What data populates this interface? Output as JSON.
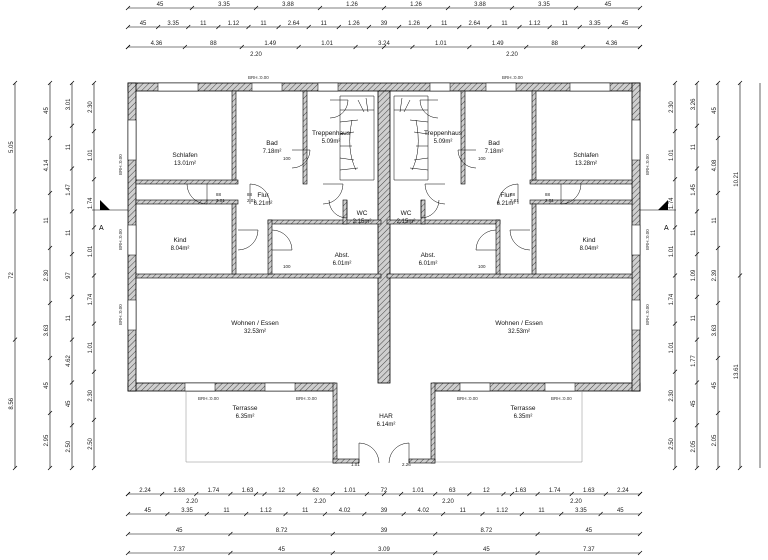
{
  "dimensions": {
    "top_row1": [
      "45",
      "3.35",
      "3.88",
      "1.26",
      "1.26",
      "3.88",
      "3.35",
      "45"
    ],
    "top_row2": [
      "45",
      "3.35",
      "11",
      "1.12",
      "11",
      "2.64",
      "11",
      "1.26",
      "39",
      "1.26",
      "11",
      "2.64",
      "11",
      "1.12",
      "11",
      "3.35",
      "45"
    ],
    "top_row3": [
      "4.36",
      "88",
      "1.49",
      "1.01",
      "3.24",
      "1.01",
      "1.49",
      "88",
      "4.36"
    ],
    "top_row3_sub": [
      "2.20",
      "2.20"
    ],
    "bottom_row1": [
      "2.24",
      "1.63",
      "1.74",
      "1.63",
      "12",
      "62",
      "1.01",
      "72",
      "1.01",
      "63",
      "12",
      "1.63",
      "1.74",
      "1.63",
      "2.24"
    ],
    "bottom_row1_sub": [
      "2.20",
      "2.20",
      "2.20",
      "2.20"
    ],
    "bottom_row2": [
      "45",
      "3.35",
      "11",
      "1.12",
      "11",
      "4.02",
      "39",
      "4.02",
      "11",
      "1.12",
      "11",
      "3.35",
      "45"
    ],
    "bottom_row3": [
      "45",
      "8.72",
      "39",
      "8.72",
      "45"
    ],
    "bottom_row4": [
      "7.37",
      "45",
      "3.09",
      "45",
      "7.37"
    ],
    "left_outer": [
      "5.05",
      "72",
      "8.56"
    ],
    "left_mid": [
      "45",
      "4.14",
      "11",
      "2.30",
      "3.63",
      "45",
      "2.95"
    ],
    "left_inner": [
      "3.01",
      "11",
      "1.47",
      "11",
      "97",
      "11",
      "4.62",
      "45",
      "2.50"
    ],
    "left_win": [
      "2.30",
      "1.01",
      "1.74",
      "1.01",
      "1.74",
      "1.01",
      "2.30",
      "2.50"
    ],
    "right_outer": [
      "10.21",
      "13.61"
    ],
    "right_mid": [
      "45",
      "4.08",
      "11",
      "2.39",
      "3.63",
      "45",
      "2.05"
    ],
    "right_inner": [
      "3.26",
      "11",
      "1.45",
      "11",
      "1.09",
      "11",
      "1.77",
      "45",
      "2.05"
    ],
    "right_win": [
      "2.30",
      "1.01",
      "1.74",
      "1.01",
      "1.74",
      "1.01",
      "2.30",
      "2.50"
    ]
  },
  "rooms": [
    {
      "name": "Schlafen",
      "area": "13.01m²"
    },
    {
      "name": "Bad",
      "area": "7.18m²"
    },
    {
      "name": "Treppenhaus",
      "area": "5.09m²"
    },
    {
      "name": "Treppenhaus",
      "area": "5.09m²"
    },
    {
      "name": "Bad",
      "area": "7.18m²"
    },
    {
      "name": "Schlafen",
      "area": "13.28m²"
    },
    {
      "name": "Flur",
      "area": "6.21m²"
    },
    {
      "name": "WC",
      "area": "2.15m²"
    },
    {
      "name": "WC",
      "area": "2.15m²"
    },
    {
      "name": "Flur",
      "area": "6.21m²"
    },
    {
      "name": "Kind",
      "area": "8.04m²"
    },
    {
      "name": "Abst.",
      "area": "6.01m²"
    },
    {
      "name": "Abst.",
      "area": "6.01m²"
    },
    {
      "name": "Kind",
      "area": "8.04m²"
    },
    {
      "name": "Wohnen / Essen",
      "area": "32.53m²"
    },
    {
      "name": "Wohnen / Essen",
      "area": "32.53m²"
    },
    {
      "name": "Terrasse",
      "area": "6.35m²"
    },
    {
      "name": "HAR",
      "area": "6.14m²"
    },
    {
      "name": "Terrasse",
      "area": "6.35m²"
    }
  ],
  "labels": {
    "brh": "BRH.:0.00",
    "door_88": "88",
    "door_201": "2.01",
    "door_100": "100",
    "door_101": "1.01",
    "door_226": "2.26",
    "section_mark": "A"
  }
}
